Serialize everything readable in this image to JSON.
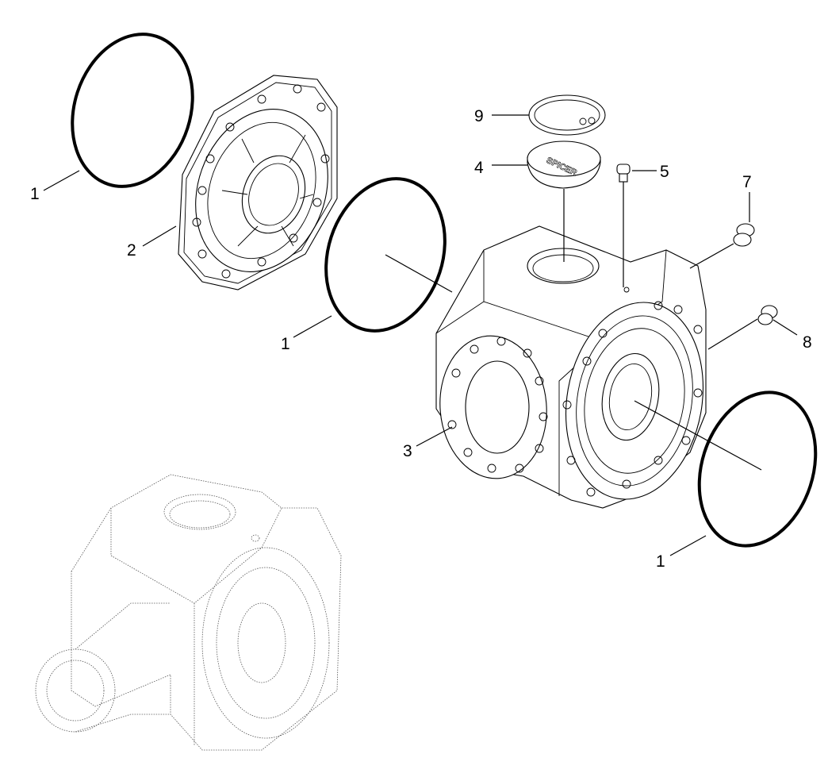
{
  "callouts": [
    {
      "id": "o-ring-top-left",
      "label": "1"
    },
    {
      "id": "cover",
      "label": "2"
    },
    {
      "id": "o-ring-center",
      "label": "1"
    },
    {
      "id": "housing",
      "label": "3"
    },
    {
      "id": "cap",
      "label": "4"
    },
    {
      "id": "vent",
      "label": "5"
    },
    {
      "id": "plug-7",
      "label": "7"
    },
    {
      "id": "plug-8",
      "label": "8"
    },
    {
      "id": "snap-ring",
      "label": "9"
    },
    {
      "id": "o-ring-right",
      "label": "1"
    }
  ],
  "cap_emboss": "SPICER"
}
